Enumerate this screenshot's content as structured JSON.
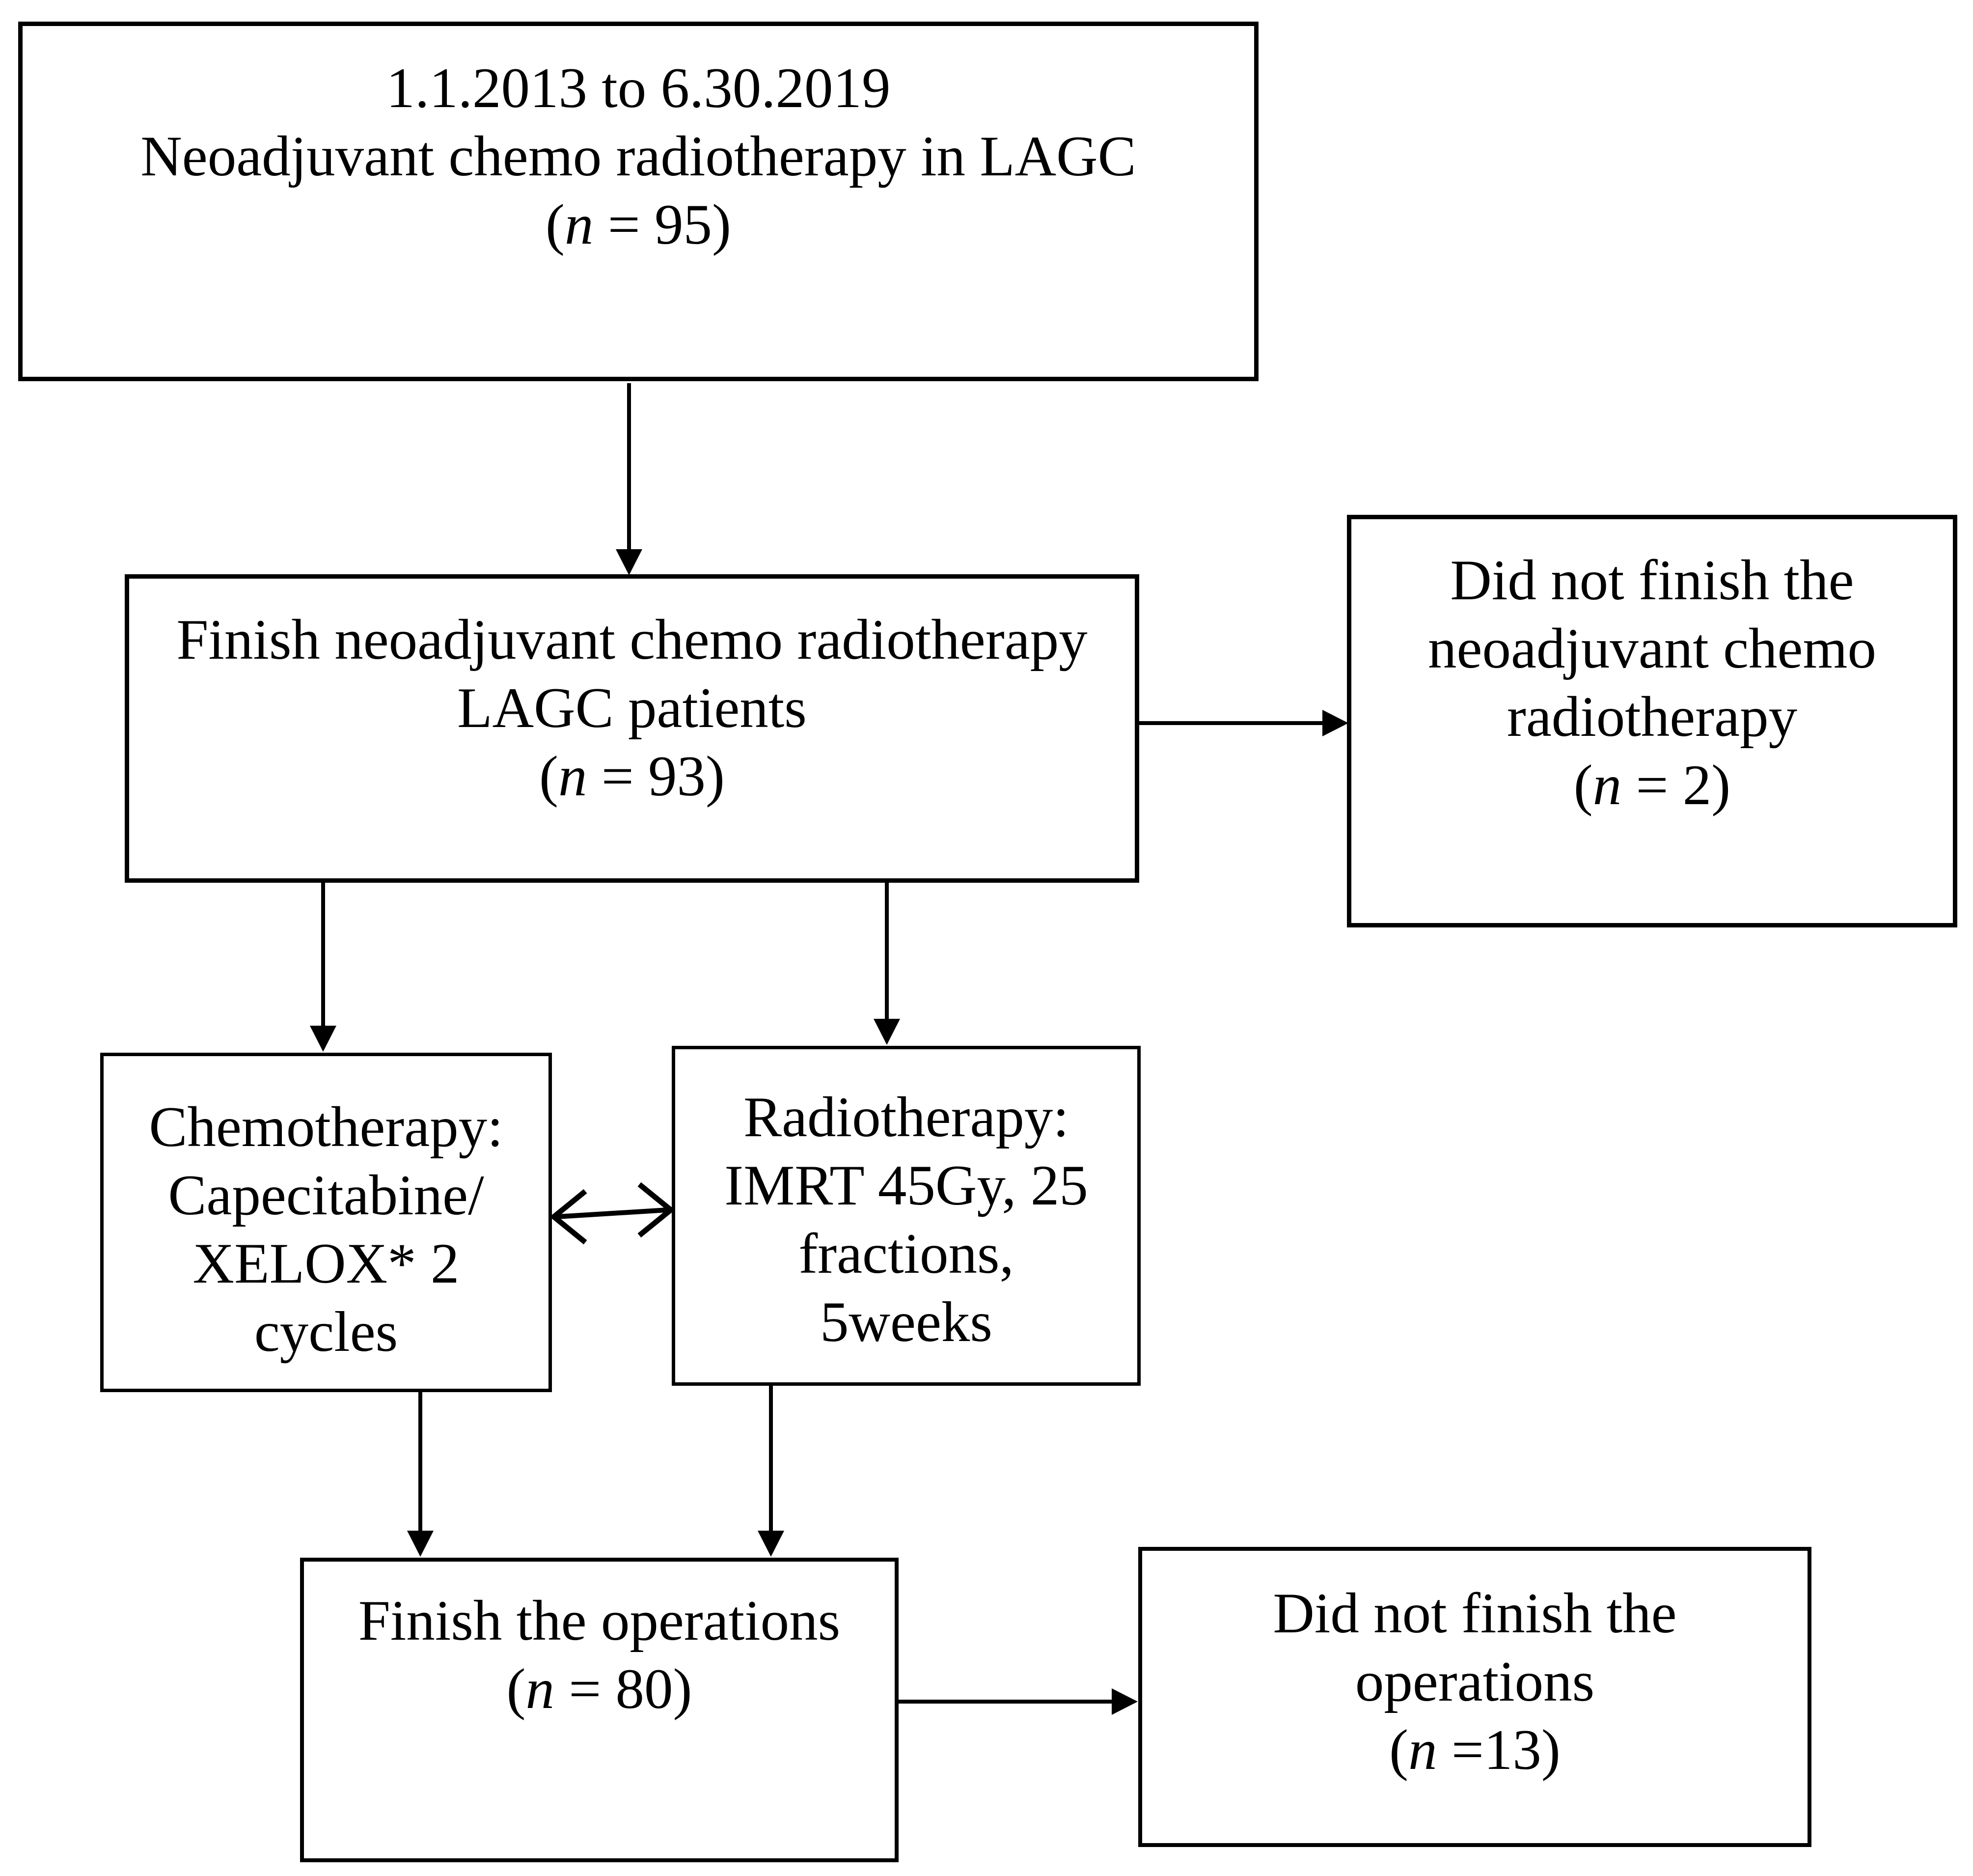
{
  "figure": {
    "type": "patient-flowchart",
    "background_color": "#ffffff",
    "line_color": "#000000"
  },
  "boxes": [
    {
      "id": "enrollment",
      "lines": [
        "1.1.2013 to 6.30.2019",
        "Neoadjuvant chemo radiotherapy in LAGC",
        "(n = 95)"
      ]
    },
    {
      "id": "finish-ncrt",
      "lines": [
        "Finish neoadjuvant chemo radiotherapy",
        "LAGC patients",
        "(n = 93)"
      ]
    },
    {
      "id": "no-finish-ncrt",
      "lines": [
        "Did not finish the",
        "neoadjuvant chemo",
        "radiotherapy",
        "(n = 2)"
      ]
    },
    {
      "id": "chemotherapy",
      "lines": [
        "Chemotherapy:",
        "Capecitabine/",
        "XELOX* 2",
        "cycles"
      ]
    },
    {
      "id": "radiotherapy",
      "lines": [
        "Radiotherapy:",
        "IMRT 45Gy, 25",
        "fractions,",
        "5weeks"
      ]
    },
    {
      "id": "finish-operations",
      "lines": [
        "Finish the operations",
        "(n = 80)"
      ]
    },
    {
      "id": "no-finish-operations",
      "lines": [
        "Did not finish the",
        "operations",
        "(n =13)"
      ]
    }
  ]
}
